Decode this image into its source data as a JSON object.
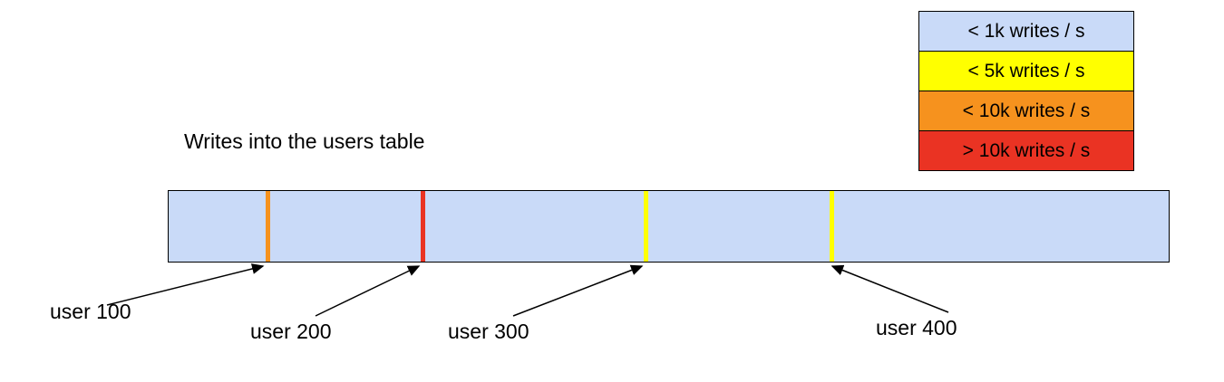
{
  "title": "Writes into the users table",
  "legend": {
    "items": [
      {
        "label": "< 1k writes / s",
        "color": "#c9daf8"
      },
      {
        "label": "< 5k writes / s",
        "color": "#ffff00"
      },
      {
        "label": "< 10k writes / s",
        "color": "#f6921e"
      },
      {
        "label": "> 10k writes / s",
        "color": "#ea3323"
      }
    ]
  },
  "bar": {
    "color": "#c9daf8",
    "markers": [
      {
        "user": "user 100",
        "color": "#f6921e",
        "left": "9.7%"
      },
      {
        "user": "user 200",
        "color": "#ea3323",
        "left": "25.2%"
      },
      {
        "user": "user 300",
        "color": "#ffff00",
        "left": "47.5%"
      },
      {
        "user": "user 400",
        "color": "#ffff00",
        "left": "66.1%"
      }
    ]
  },
  "arrow_color": "#000000"
}
